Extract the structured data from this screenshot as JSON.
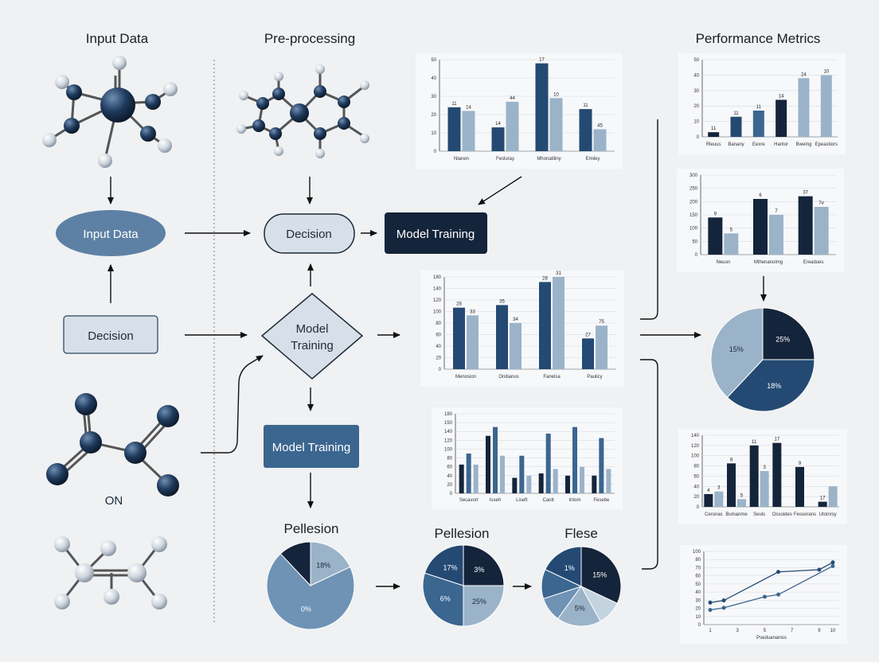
{
  "headers": {
    "input_data": "Input Data",
    "preprocessing": "Pre-processing",
    "performance_metrics": "Performance Metrics"
  },
  "nodes": {
    "input_data_oval": "Input Data",
    "decision_box_left": "Decision",
    "decision_pill": "Decision",
    "model_training_dark": "Model Training",
    "model_training_diamond_line1": "Model",
    "model_training_diamond_line2": "Training",
    "model_training_mid": "Model Training",
    "on_label": "ON"
  },
  "pie_titles": {
    "pie1": "Pellesion",
    "pie2": "Pellesion",
    "pie3": "Flese"
  },
  "colors": {
    "navy": "#14243a",
    "dark_blue": "#244a73",
    "mid_blue": "#3b668f",
    "light_blue": "#9ab3c9",
    "pale_blue": "#c4d3e0",
    "background": "#eff1f3"
  },
  "chart_data": [
    {
      "id": "chart-a",
      "type": "bar",
      "ylim": [
        0,
        50
      ],
      "yticks": [
        "0",
        "10",
        "20",
        "30",
        "40",
        "50"
      ],
      "categories": [
        "Nlanen",
        "Fesluray",
        "Mhonatiliny",
        "Emiley"
      ],
      "series": [
        {
          "values": [
            24,
            13,
            48,
            23
          ]
        },
        {
          "values": [
            22,
            27,
            29,
            12
          ]
        }
      ],
      "labels": [
        [
          "11",
          "14",
          "17",
          "11"
        ],
        [
          "14",
          "44",
          "10",
          "45"
        ]
      ]
    },
    {
      "id": "chart-b",
      "type": "bar",
      "ylim": [
        0,
        50
      ],
      "yticks": [
        "0",
        "10",
        "20",
        "30",
        "40",
        "50"
      ],
      "categories": [
        "Rleuus",
        "Banany",
        "Eexre",
        "Hantor",
        "Bweing",
        "Epeastiors"
      ],
      "values": [
        3,
        13,
        17,
        24,
        38,
        40
      ],
      "labels": [
        "11",
        "11",
        "11",
        "14",
        "24",
        "10"
      ]
    },
    {
      "id": "chart-c",
      "type": "bar",
      "ylim": [
        0,
        300
      ],
      "yticks": [
        "0",
        "50",
        "100",
        "150",
        "200",
        "250",
        "300"
      ],
      "categories": [
        "Neuon",
        "Mthenanoimg",
        "Ereadues"
      ],
      "series": [
        {
          "values": [
            140,
            210,
            220
          ]
        },
        {
          "values": [
            80,
            150,
            180
          ]
        }
      ],
      "labels": [
        [
          "9",
          "6",
          "37"
        ],
        [
          "5",
          "7",
          "7#"
        ]
      ]
    },
    {
      "id": "chart-d",
      "type": "bar",
      "ylim": [
        0,
        180
      ],
      "yticks": [
        "0",
        "20",
        "40",
        "60",
        "80",
        "100",
        "120",
        "140",
        "180"
      ],
      "categories": [
        "Menosion",
        "Onitianus",
        "Fanelsa",
        "Paulicy"
      ],
      "series": [
        {
          "values": [
            120,
            125,
            170,
            60
          ]
        },
        {
          "values": [
            105,
            90,
            180,
            85
          ]
        }
      ],
      "labels": [
        [
          "28",
          "35",
          "28",
          "27"
        ],
        [
          "33",
          "34",
          "31",
          "75"
        ]
      ]
    },
    {
      "id": "chart-e",
      "type": "bar",
      "ylim": [
        0,
        180
      ],
      "yticks": [
        "0",
        "20",
        "40",
        "60",
        "80",
        "100",
        "120",
        "140",
        "150",
        "180"
      ],
      "categories": [
        "Secavort",
        "Isseh",
        "Liseft",
        "Caott",
        "Intom",
        "Fesebe"
      ],
      "groups": [
        [
          65,
          90,
          65
        ],
        [
          130,
          150,
          85
        ],
        [
          35,
          85,
          40
        ],
        [
          45,
          135,
          55
        ],
        [
          40,
          150,
          60
        ],
        [
          40,
          125,
          55
        ]
      ]
    },
    {
      "id": "chart-f",
      "type": "bar",
      "ylim": [
        0,
        140
      ],
      "yticks": [
        "0",
        "20",
        "40",
        "60",
        "80",
        "100",
        "120",
        "140"
      ],
      "categories": [
        "Ceronas",
        "Bumanme",
        "Seuls",
        "Ossoides",
        "Fesvorans",
        "Utoinrsy"
      ],
      "series": [
        {
          "values": [
            25,
            85,
            120,
            125,
            78,
            10
          ]
        },
        {
          "values": [
            30,
            15,
            70,
            0,
            0,
            40
          ]
        }
      ],
      "labels": [
        [
          "4",
          "8",
          "11",
          "17",
          "9",
          "17"
        ],
        [
          "3",
          "5",
          "3",
          "",
          "",
          ""
        ]
      ]
    },
    {
      "id": "chart-g",
      "type": "line",
      "ylim": [
        0,
        100
      ],
      "yticks": [
        "0",
        "10",
        "20",
        "30",
        "40",
        "50",
        "60",
        "70",
        "80",
        "100"
      ],
      "x": [
        "1",
        "2",
        "3",
        "4",
        "5",
        "6",
        "7",
        "8",
        "9",
        "10"
      ],
      "xlabel": "Pseduananiss",
      "series": [
        {
          "points": [
            [
              1,
              30
            ],
            [
              2,
              33
            ],
            [
              6,
              72
            ],
            [
              9,
              75
            ],
            [
              10,
              85
            ]
          ]
        },
        {
          "points": [
            [
              1,
              20
            ],
            [
              2,
              23
            ],
            [
              5,
              38
            ],
            [
              6,
              41
            ],
            [
              10,
              80
            ]
          ]
        }
      ]
    },
    {
      "id": "pie-main",
      "type": "pie",
      "slices": [
        {
          "label": "25%",
          "value": 25,
          "color": "#14243a"
        },
        {
          "label": "18%",
          "value": 37,
          "color": "#244a73"
        },
        {
          "label": "15%",
          "value": 38,
          "color": "#9ab3c9"
        }
      ]
    },
    {
      "id": "pie-1",
      "type": "pie",
      "slices": [
        {
          "label": "18%",
          "value": 18,
          "color": "#9ab3c9"
        },
        {
          "label": "0%",
          "value": 70,
          "color": "#6f93b5"
        },
        {
          "label": "",
          "value": 12,
          "color": "#14243a"
        }
      ]
    },
    {
      "id": "pie-2",
      "type": "pie",
      "slices": [
        {
          "label": "3%",
          "value": 25,
          "color": "#14243a"
        },
        {
          "label": "25%",
          "value": 25,
          "color": "#9ab3c9"
        },
        {
          "label": "6%",
          "value": 30,
          "color": "#3b668f"
        },
        {
          "label": "17%",
          "value": 20,
          "color": "#244a73"
        }
      ]
    },
    {
      "id": "pie-3",
      "type": "pie",
      "slices": [
        {
          "label": "15%",
          "value": 32,
          "color": "#14243a"
        },
        {
          "label": "",
          "value": 10,
          "color": "#c4d3e0"
        },
        {
          "label": "5%",
          "value": 18,
          "color": "#9ab3c9"
        },
        {
          "label": "",
          "value": 10,
          "color": "#6f93b5"
        },
        {
          "label": "",
          "value": 12,
          "color": "#3b668f"
        },
        {
          "label": "1%",
          "value": 18,
          "color": "#244a73"
        }
      ]
    }
  ]
}
